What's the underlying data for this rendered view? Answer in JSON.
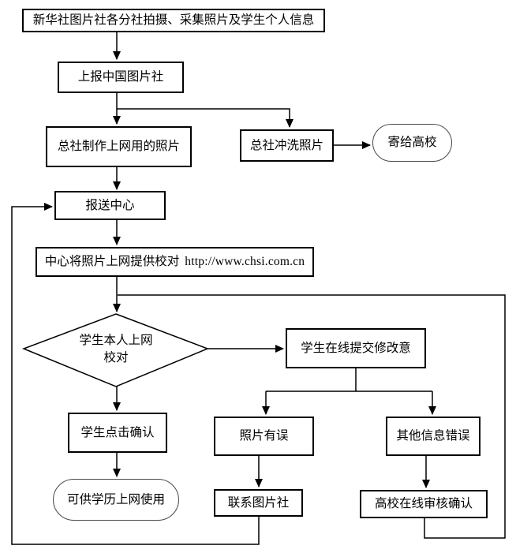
{
  "diagram": {
    "type": "flowchart",
    "background": "#ffffff",
    "line_color": "#000000",
    "stadium_border_color": "#4a4a4a"
  },
  "nodes": {
    "collect": {
      "shape": "rect",
      "label": "新华社图片社各分社拍摄、采集照片及学生个人信息"
    },
    "report": {
      "shape": "rect",
      "label": "上报中国图片社"
    },
    "make_photos": {
      "shape": "rect",
      "label": "总社制作上网用的照片"
    },
    "develop_photos": {
      "shape": "rect",
      "label": "总社冲洗照片"
    },
    "mail_university": {
      "shape": "stadium",
      "label": "寄给高校"
    },
    "submit_center": {
      "shape": "rect",
      "label": "报送中心"
    },
    "proofread": {
      "shape": "rect",
      "label_cn": "中心将照片上网提供校对",
      "url": "http://www.chsi.com.cn"
    },
    "decision": {
      "shape": "diamond",
      "line1": "学生本人上网",
      "line2": "校对"
    },
    "online_feedback": {
      "shape": "rect",
      "label": "学生在线提交修改意"
    },
    "click_confirm": {
      "shape": "rect",
      "label": "学生点击确认"
    },
    "photo_wrong": {
      "shape": "rect",
      "label": "照片有误"
    },
    "other_wrong": {
      "shape": "rect",
      "label": "其他信息错误"
    },
    "ready_online": {
      "shape": "stadium",
      "label": "可供学历上网使用"
    },
    "contact_agency": {
      "shape": "rect",
      "label": "联系图片社"
    },
    "university_review": {
      "shape": "rect",
      "label": "高校在线审核确认"
    }
  },
  "edges": [
    {
      "from": "collect",
      "to": "report",
      "arrow": true
    },
    {
      "from": "report",
      "to": "make_photos",
      "arrow": true
    },
    {
      "from": "report",
      "to": "develop_photos",
      "arrow": true
    },
    {
      "from": "develop_photos",
      "to": "mail_university",
      "arrow": true
    },
    {
      "from": "make_photos",
      "to": "submit_center",
      "arrow": true
    },
    {
      "from": "submit_center",
      "to": "proofread",
      "arrow": true
    },
    {
      "from": "proofread",
      "to": "decision",
      "arrow": true
    },
    {
      "from": "decision",
      "to": "online_feedback",
      "arrow": true
    },
    {
      "from": "decision",
      "to": "click_confirm",
      "arrow": true
    },
    {
      "from": "click_confirm",
      "to": "ready_online",
      "arrow": true
    },
    {
      "from": "online_feedback",
      "to": "photo_wrong",
      "arrow": true
    },
    {
      "from": "online_feedback",
      "to": "other_wrong",
      "arrow": true
    },
    {
      "from": "photo_wrong",
      "to": "contact_agency",
      "arrow": true
    },
    {
      "from": "other_wrong",
      "to": "university_review",
      "arrow": true
    },
    {
      "from": "contact_agency",
      "to": "submit_center",
      "arrow": true
    },
    {
      "from": "university_review",
      "to": "decision",
      "arrow": false
    }
  ]
}
